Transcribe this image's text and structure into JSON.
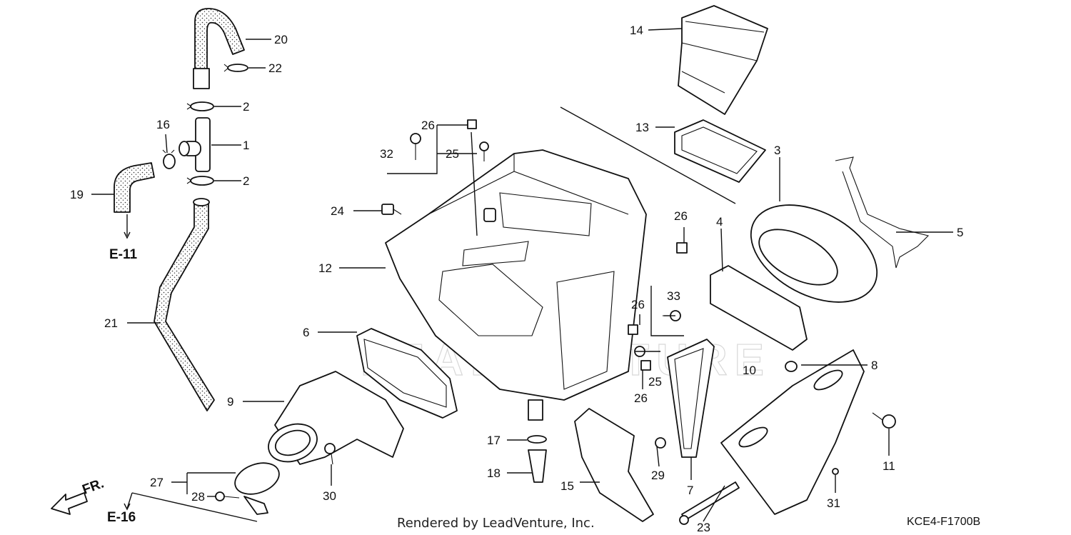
{
  "diagram": {
    "callouts": {
      "c1": "1",
      "c2a": "2",
      "c2b": "2",
      "c3": "3",
      "c4": "4",
      "c5": "5",
      "c6": "6",
      "c7": "7",
      "c8": "8",
      "c9": "9",
      "c10": "10",
      "c11": "11",
      "c12": "12",
      "c13": "13",
      "c14": "14",
      "c15": "15",
      "c16": "16",
      "c17": "17",
      "c18": "18",
      "c19": "19",
      "c20": "20",
      "c21": "21",
      "c22": "22",
      "c23": "23",
      "c24": "24",
      "c25a": "25",
      "c25b": "25",
      "c26a": "26",
      "c26b": "26",
      "c26c": "26",
      "c26d": "26",
      "c27": "27",
      "c28": "28",
      "c29": "29",
      "c30": "30",
      "c31": "31",
      "c32": "32",
      "c33": "33"
    },
    "refs": {
      "e11": "E-11",
      "e16": "E-16",
      "front": "FR."
    },
    "watermark": "LEADVENTURE",
    "footer": "Rendered by LeadVenture, Inc.",
    "diagram_code": "KCE4-F1700B"
  }
}
